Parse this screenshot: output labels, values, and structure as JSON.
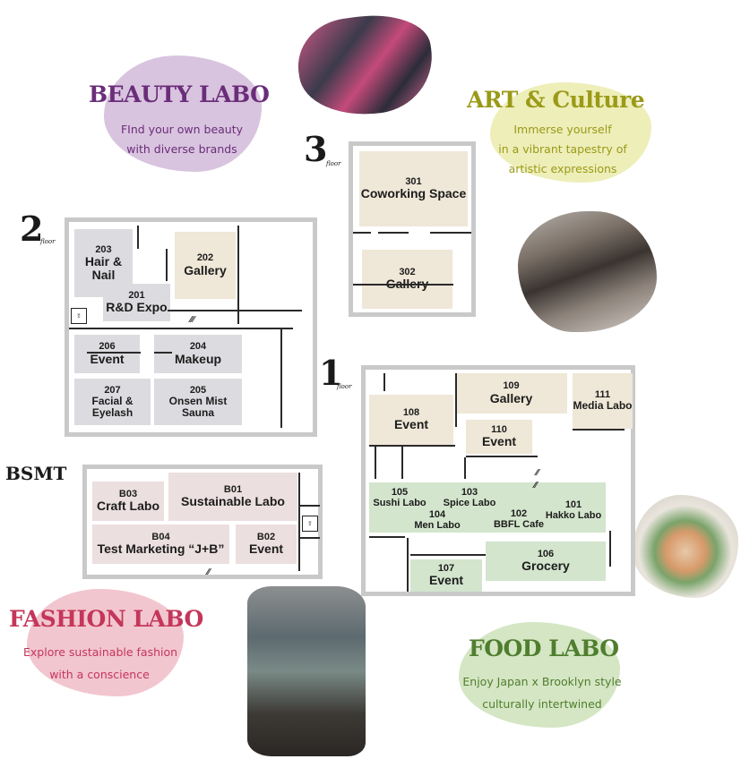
{
  "labos": {
    "beauty": {
      "title": "BEAUTY LABO",
      "line1": "FInd your own beauty",
      "line2": "with diverse brands",
      "color": "#6a2d7a",
      "bg": "#d9c4df"
    },
    "art": {
      "title": "ART & Culture",
      "line1": "Immerse yourself",
      "line2": "in a vibrant tapestry of",
      "line3": "artistic expressions",
      "color": "#9a9a18",
      "bg": "#eeeeb9"
    },
    "fashion": {
      "title": "FASHION LABO",
      "line1": "Explore sustainable fashion",
      "line2": "with a conscience",
      "color": "#c4365a",
      "bg": "#f2c6cf"
    },
    "food": {
      "title": "FOOD LABO",
      "line1": "Enjoy Japan x Brooklyn style",
      "line2": "culturally intertwined",
      "color": "#4f7e2f",
      "bg": "#d5e6c4"
    }
  },
  "floors": {
    "f3": {
      "number": "3",
      "sub": "floor"
    },
    "f2": {
      "number": "2",
      "sub": "floor"
    },
    "f1": {
      "number": "1",
      "sub": "floor"
    },
    "bsmt": {
      "label": "BSMT"
    }
  },
  "rooms": {
    "r301": {
      "num": "301",
      "name": "Coworking Space"
    },
    "r302": {
      "num": "302",
      "name": "Gallery"
    },
    "r203": {
      "num": "203",
      "name": "Hair & Nail"
    },
    "r202": {
      "num": "202",
      "name": "Gallery"
    },
    "r201": {
      "num": "201",
      "name": "R&D Expo"
    },
    "r206": {
      "num": "206",
      "name": "Event"
    },
    "r204": {
      "num": "204",
      "name": "Makeup"
    },
    "r207": {
      "num": "207",
      "name": "Facial & Eyelash"
    },
    "r205": {
      "num": "205",
      "name": "Onsen Mist Sauna"
    },
    "r109": {
      "num": "109",
      "name": "Gallery"
    },
    "r111": {
      "num": "111",
      "name": "Media Labo"
    },
    "r108": {
      "num": "108",
      "name": "Event"
    },
    "r110": {
      "num": "110",
      "name": "Event"
    },
    "r105": {
      "num": "105",
      "name": "Sushi Labo"
    },
    "r103": {
      "num": "103",
      "name": "Spice Labo"
    },
    "r104": {
      "num": "104",
      "name": "Men Labo"
    },
    "r102": {
      "num": "102",
      "name": "BBFL Cafe"
    },
    "r101": {
      "num": "101",
      "name": "Hakko Labo"
    },
    "r106": {
      "num": "106",
      "name": "Grocery"
    },
    "r107": {
      "num": "107",
      "name": "Event"
    },
    "rB03": {
      "num": "B03",
      "name": "Craft Labo"
    },
    "rB01": {
      "num": "B01",
      "name": "Sustainable Labo"
    },
    "rB04": {
      "num": "B04",
      "name": "Test Marketing “J+B”"
    },
    "rB02": {
      "num": "B02",
      "name": "Event"
    }
  },
  "restroom_icon": "restroom-icon",
  "stairs_icon": "stairs-icon",
  "colors": {
    "beauty_room": "#dcdce0",
    "art_room": "#efe7d7",
    "food_room": "#d3e5cd",
    "fashion_room": "#ecdfe0"
  }
}
